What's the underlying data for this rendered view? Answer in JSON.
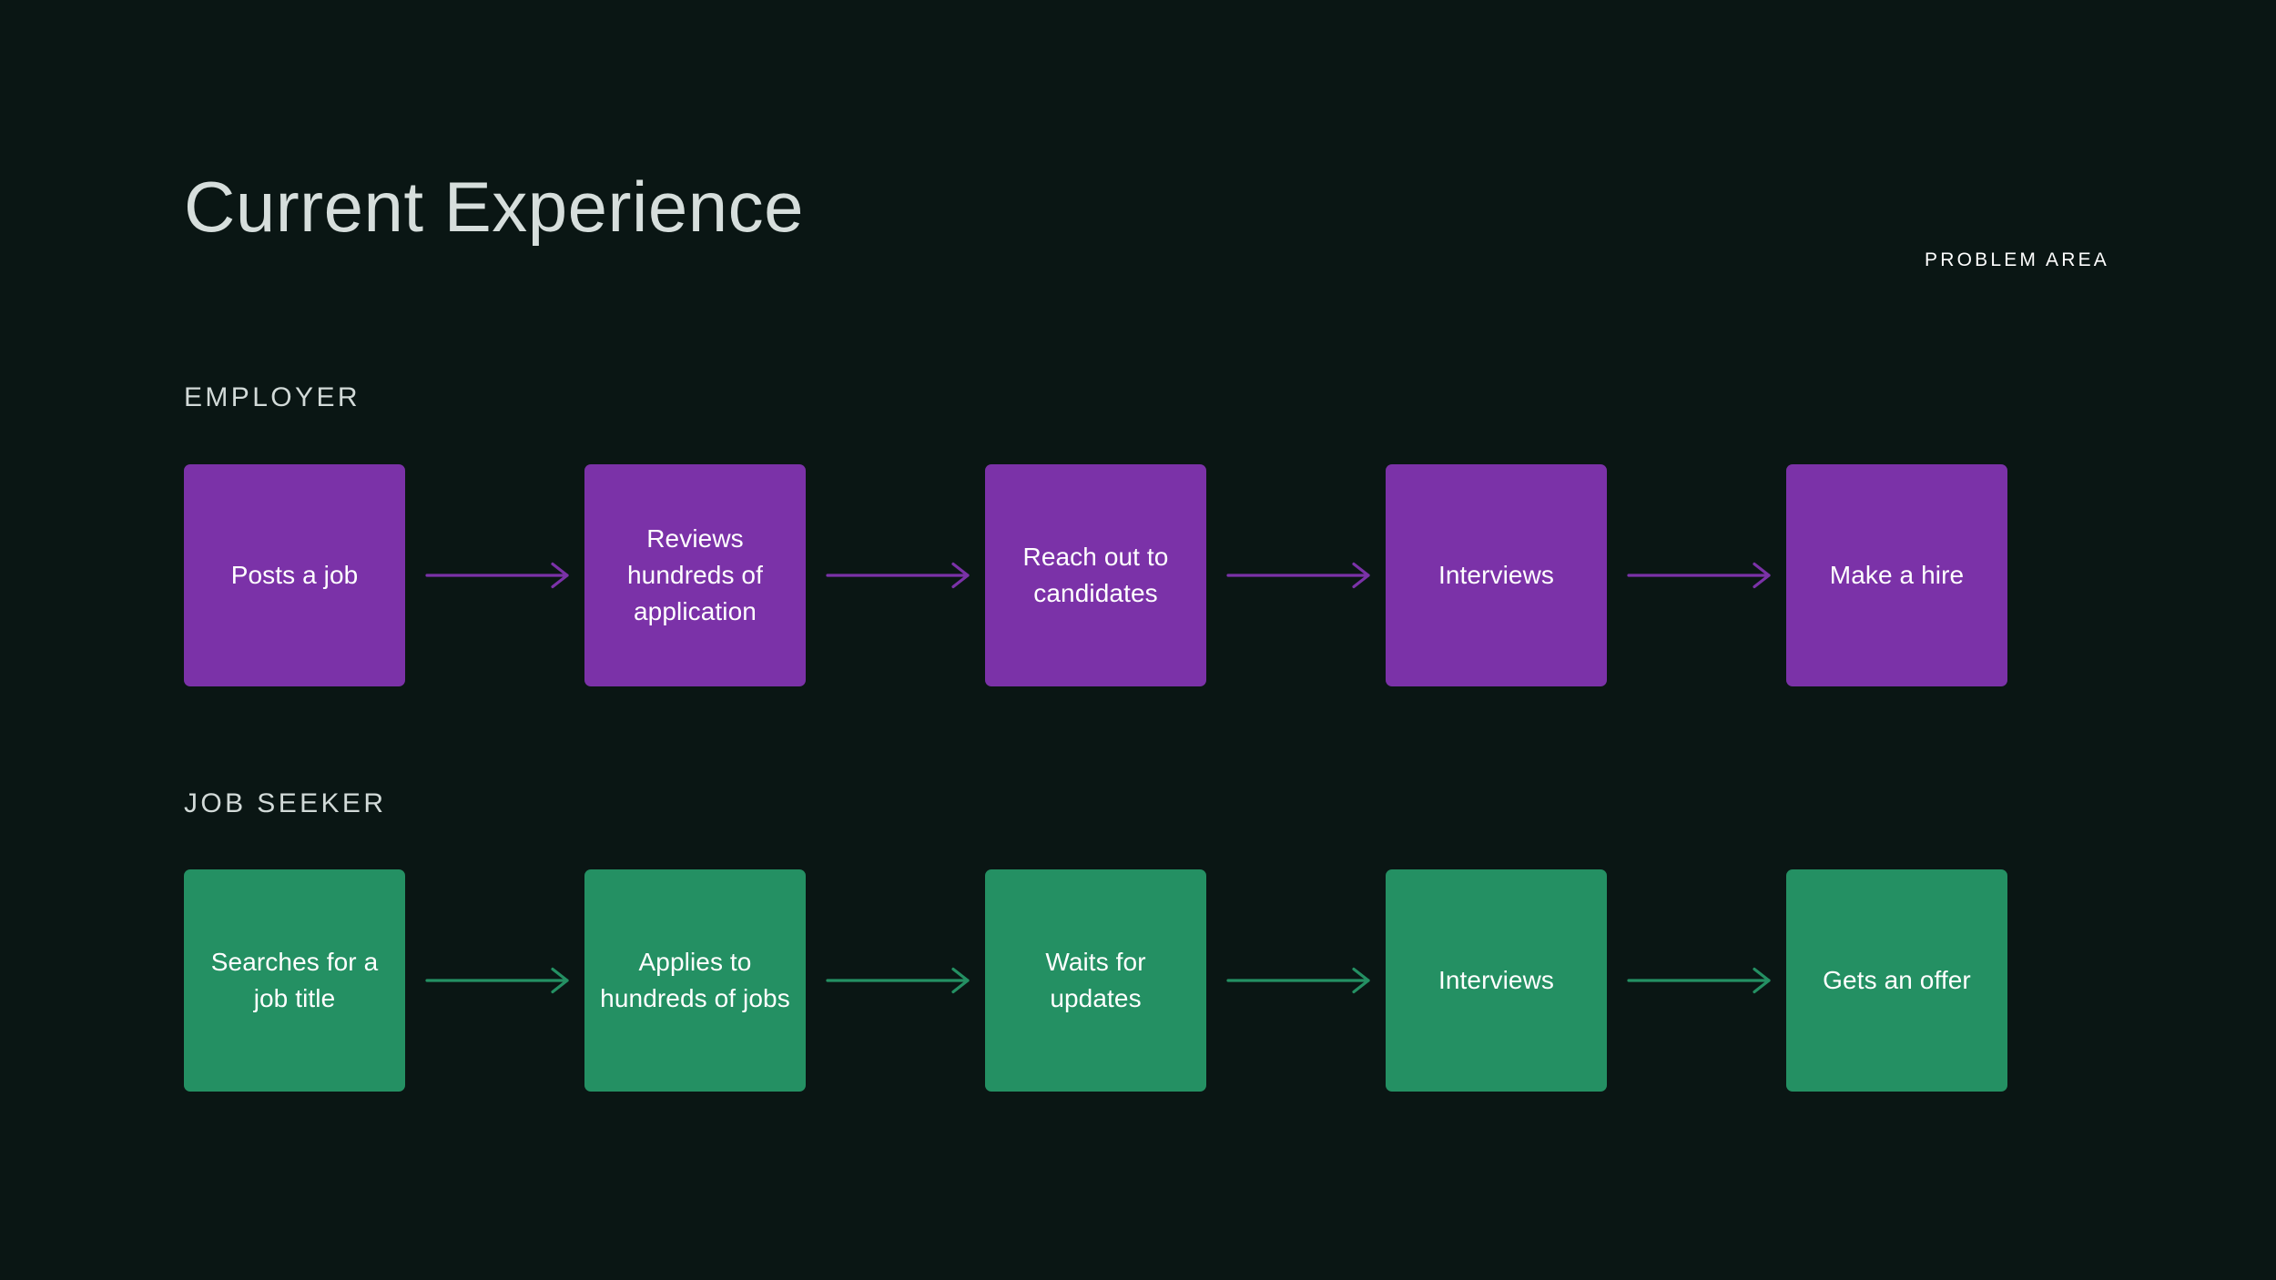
{
  "header": {
    "title": "Current Experience",
    "tag": "PROBLEM AREA"
  },
  "theme": {
    "background": "#0a1614",
    "title_color": "#d6dedc",
    "label_color": "#d2dad8",
    "employer_color": "#7b32a8",
    "jobseeker_color": "#249063",
    "box_text_color": "#ffffff"
  },
  "lanes": [
    {
      "id": "employer",
      "label": "EMPLOYER",
      "accent": "#7b32a8",
      "steps": [
        {
          "label": "Posts a job"
        },
        {
          "label": "Reviews hundreds of application"
        },
        {
          "label": "Reach out to candidates"
        },
        {
          "label": "Interviews"
        },
        {
          "label": "Make a hire"
        }
      ]
    },
    {
      "id": "jobseeker",
      "label": "JOB SEEKER",
      "accent": "#249063",
      "steps": [
        {
          "label": "Searches for a job title"
        },
        {
          "label": "Applies to hundreds of jobs"
        },
        {
          "label": "Waits for updates"
        },
        {
          "label": "Interviews"
        },
        {
          "label": "Gets an offer"
        }
      ]
    }
  ]
}
